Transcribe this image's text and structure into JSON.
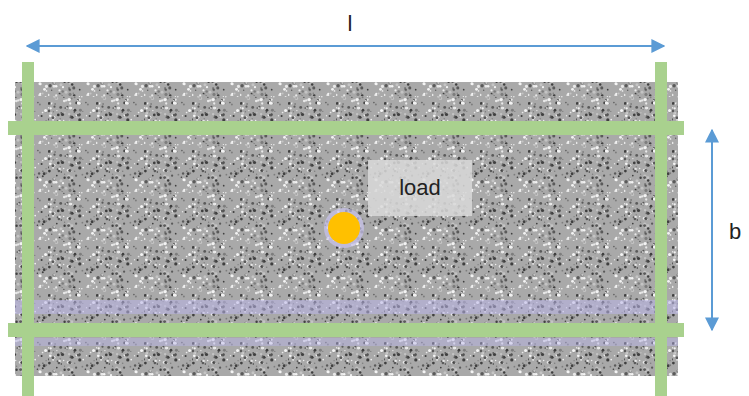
{
  "diagram": {
    "labels": [
      "l",
      "b",
      "load"
    ]
  }
}
